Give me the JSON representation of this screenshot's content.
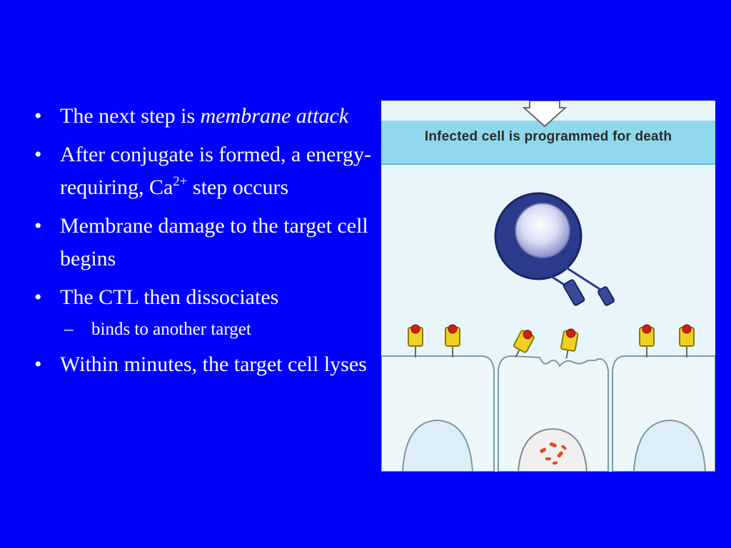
{
  "slide": {
    "bullets": [
      {
        "text_before": "The next step is ",
        "text_italic": "membrane attack"
      },
      {
        "text_before": "After conjugate is formed, a energy-requiring, Ca",
        "sup": "2+",
        "text_after": " step occurs"
      },
      {
        "text": "Membrane damage to the target cell begins"
      },
      {
        "text": "The CTL then dissociates",
        "sub": [
          "binds to another target"
        ]
      },
      {
        "text": "Within minutes, the target cell lyses"
      }
    ],
    "bullet_glyph": "•",
    "sub_glyph": "–"
  },
  "figure": {
    "caption": "Infected cell is programmed for death",
    "colors": {
      "banner": "#8fd8ec",
      "background": "#e8f6fb",
      "ctl_cell": "#2c3a8c",
      "receptor": "#f0d020",
      "antigen": "#d02010"
    }
  }
}
